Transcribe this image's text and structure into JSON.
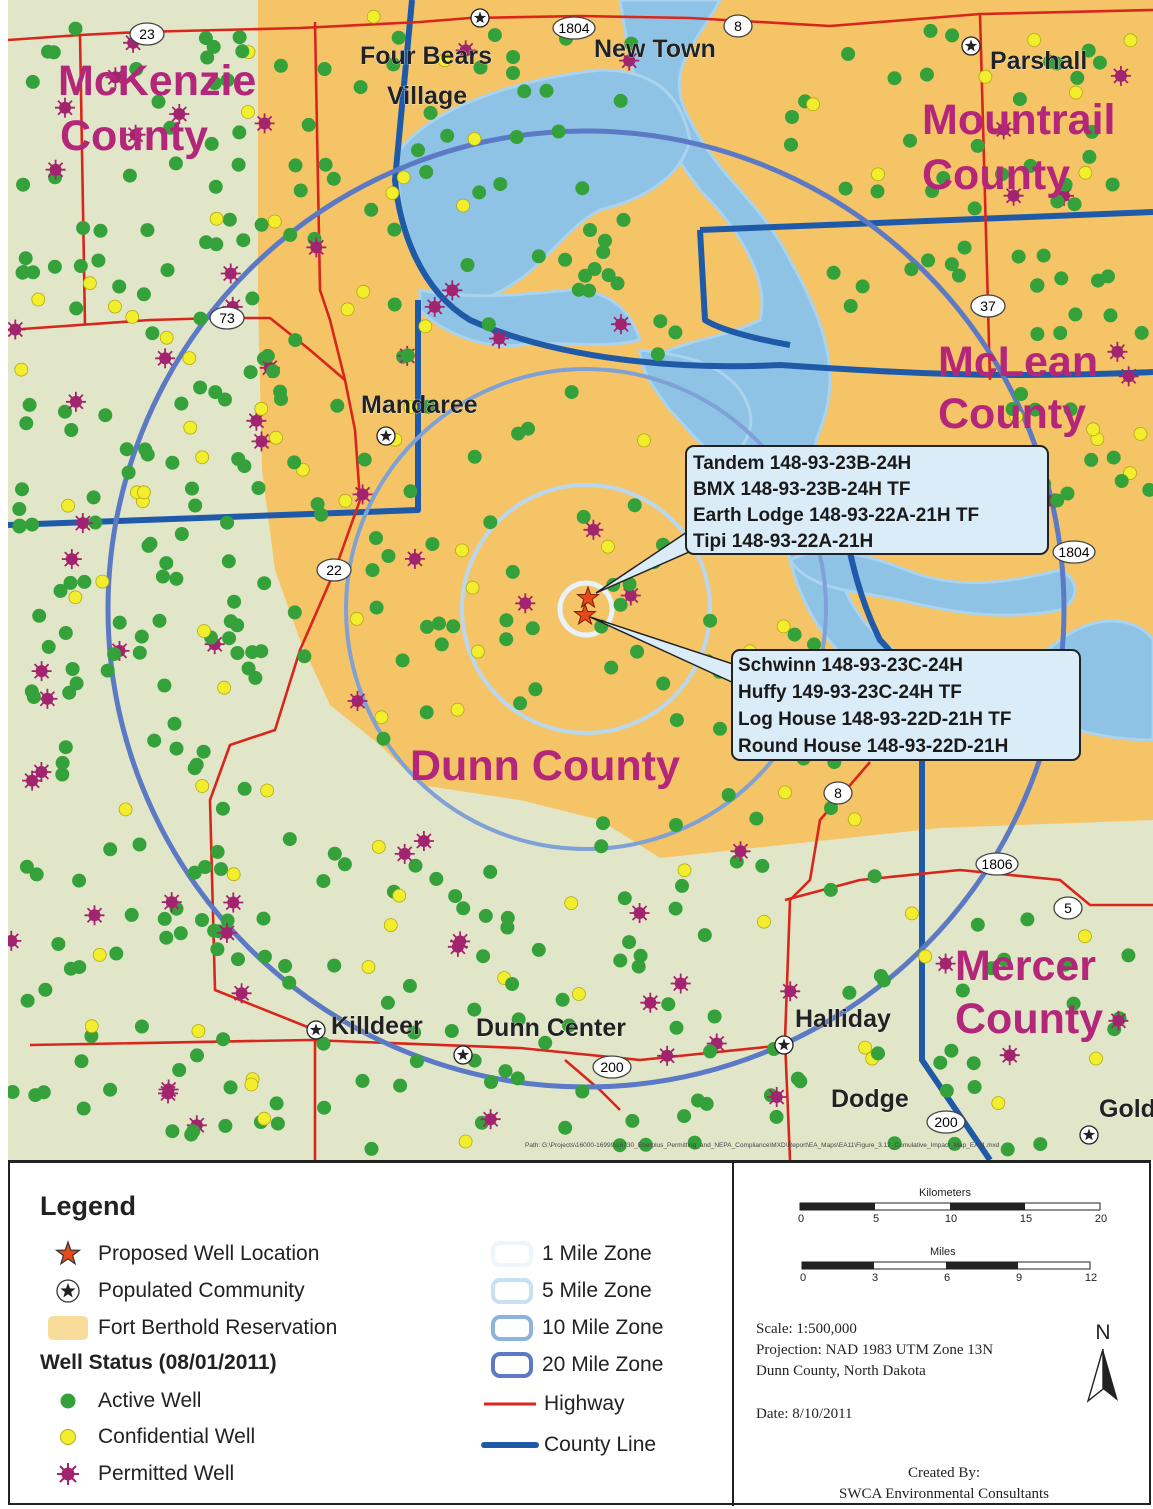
{
  "map": {
    "counties": [
      {
        "name": "McKenzie",
        "suffix": "County"
      },
      {
        "name": "Mountrail",
        "suffix": "County"
      },
      {
        "name": "McLean",
        "suffix": "County"
      },
      {
        "name": "Dunn County",
        "suffix": ""
      },
      {
        "name": "Mercer",
        "suffix": "County"
      }
    ],
    "places": [
      {
        "label": "Four Bears",
        "label2": "Village"
      },
      {
        "label": "New Town",
        "label2": ""
      },
      {
        "label": "Parshall",
        "label2": ""
      },
      {
        "label": "Mandaree",
        "label2": ""
      },
      {
        "label": "Killdeer",
        "label2": ""
      },
      {
        "label": "Dunn Center",
        "label2": ""
      },
      {
        "label": "Halliday",
        "label2": ""
      },
      {
        "label": "Dodge",
        "label2": ""
      },
      {
        "label": "Gold",
        "label2": ""
      }
    ],
    "highway_shields": [
      "23",
      "1804",
      "8",
      "73",
      "37",
      "22",
      "1804",
      "8",
      "1806",
      "5",
      "200",
      "200"
    ],
    "callout_north": [
      "Tandem 148-93-23B-24H",
      "BMX 148-93-23B-24H TF",
      "Earth Lodge 148-93-22A-21H TF",
      "Tipi 148-93-22A-21H"
    ],
    "callout_south": [
      "Schwinn 148-93-23C-24H",
      "Huffy 149-93-23C-24H TF",
      "Log House 148-93-22D-21H TF",
      "Round House 148-93-22D-21H"
    ],
    "path_text": "Path: G:\\Projects\\16000-16999\\16730_Enerplus_Permitting_and_NEPA_Compliance\\MXD\\Report\\EA_Maps\\EA11\\Figure_3.12_Cumulative_Impact_Map_EA11.mxd",
    "colors": {
      "base": "#e2e6c8",
      "reservation": "#f5c466",
      "water": "#8ec3e6",
      "county_line": "#1f5aa8",
      "highway": "#d9261c",
      "active_well": "#35a13a",
      "confidential_well": "#f2ee2e",
      "permitted_well": "#a3246e",
      "county_label": "#b4267a"
    }
  },
  "legend": {
    "title": "Legend",
    "items_left": [
      {
        "label": "Proposed Well Location",
        "icon": "proposed-star-icon"
      },
      {
        "label": "Populated Community",
        "icon": "community-star-icon"
      },
      {
        "label": "Fort Berthold Reservation",
        "icon": "reservation-swatch-icon"
      }
    ],
    "well_status_title": "Well Status (08/01/2011)",
    "items_wells": [
      {
        "label": "Active Well",
        "icon": "active-well-icon"
      },
      {
        "label": "Confidential Well",
        "icon": "confidential-well-icon"
      },
      {
        "label": "Permitted Well",
        "icon": "permitted-well-icon"
      }
    ],
    "items_right": [
      {
        "label": "1 Mile Zone",
        "icon": "1-mile-zone-icon"
      },
      {
        "label": "5 Mile Zone",
        "icon": "5-mile-zone-icon"
      },
      {
        "label": "10 Mile Zone",
        "icon": "10-mile-zone-icon"
      },
      {
        "label": "20 Mile Zone",
        "icon": "20-mile-zone-icon"
      },
      {
        "label": "Highway",
        "icon": "highway-line-icon"
      },
      {
        "label": "County Line",
        "icon": "county-line-icon"
      }
    ]
  },
  "info": {
    "km_caption": "Kilometers",
    "km_ticks": [
      "0",
      "5",
      "10",
      "15",
      "20"
    ],
    "mi_caption": "Miles",
    "mi_ticks": [
      "0",
      "3",
      "6",
      "9",
      "12"
    ],
    "scale": "Scale: 1:500,000",
    "projection": "Projection: NAD 1983 UTM Zone 13N",
    "location": "Dunn County, North Dakota",
    "date": "Date: 8/10/2011",
    "north": "N",
    "created_by": "Created By:",
    "company": "SWCA Environmental Consultants"
  }
}
